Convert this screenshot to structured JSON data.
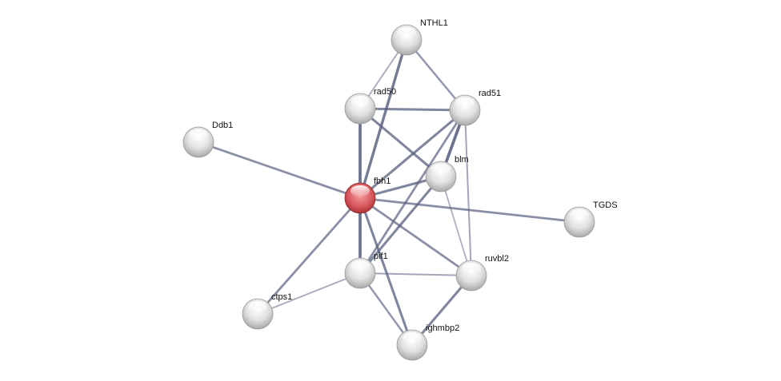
{
  "network": {
    "colors": {
      "edge": "#5a6180",
      "node": "#e4e4e4",
      "query_node": "#d9575c"
    },
    "nodes": [
      {
        "id": "NTHL1",
        "label": "NTHL1"
      },
      {
        "id": "rad50",
        "label": "rad50"
      },
      {
        "id": "rad51",
        "label": "rad51"
      },
      {
        "id": "Ddb1",
        "label": "Ddb1"
      },
      {
        "id": "blm",
        "label": "blm"
      },
      {
        "id": "fbh1",
        "label": "fbh1",
        "query": true
      },
      {
        "id": "TGDS",
        "label": "TGDS"
      },
      {
        "id": "pif1",
        "label": "pif1"
      },
      {
        "id": "ruvbl2",
        "label": "ruvbl2"
      },
      {
        "id": "ctps1",
        "label": "ctps1"
      },
      {
        "id": "ighmbp2",
        "label": "ighmbp2"
      }
    ],
    "edges": [
      {
        "source": "NTHL1",
        "target": "rad50",
        "strength": 0.3
      },
      {
        "source": "NTHL1",
        "target": "fbh1",
        "strength": 0.8
      },
      {
        "source": "NTHL1",
        "target": "rad51",
        "strength": 0.5
      },
      {
        "source": "rad50",
        "target": "rad51",
        "strength": 0.7
      },
      {
        "source": "rad50",
        "target": "fbh1",
        "strength": 0.9
      },
      {
        "source": "rad50",
        "target": "blm",
        "strength": 0.7
      },
      {
        "source": "rad51",
        "target": "fbh1",
        "strength": 0.7
      },
      {
        "source": "rad51",
        "target": "blm",
        "strength": 0.9
      },
      {
        "source": "rad51",
        "target": "pif1",
        "strength": 0.6
      },
      {
        "source": "rad51",
        "target": "ruvbl2",
        "strength": 0.35
      },
      {
        "source": "blm",
        "target": "fbh1",
        "strength": 0.7
      },
      {
        "source": "blm",
        "target": "pif1",
        "strength": 0.7
      },
      {
        "source": "blm",
        "target": "ruvbl2",
        "strength": 0.25
      },
      {
        "source": "fbh1",
        "target": "Ddb1",
        "strength": 0.6
      },
      {
        "source": "fbh1",
        "target": "TGDS",
        "strength": 0.6
      },
      {
        "source": "fbh1",
        "target": "pif1",
        "strength": 0.9
      },
      {
        "source": "fbh1",
        "target": "ruvbl2",
        "strength": 0.6
      },
      {
        "source": "fbh1",
        "target": "ctps1",
        "strength": 0.6
      },
      {
        "source": "fbh1",
        "target": "ighmbp2",
        "strength": 0.7
      },
      {
        "source": "pif1",
        "target": "ruvbl2",
        "strength": 0.35
      },
      {
        "source": "pif1",
        "target": "ctps1",
        "strength": 0.3
      },
      {
        "source": "pif1",
        "target": "ighmbp2",
        "strength": 0.5
      },
      {
        "source": "ruvbl2",
        "target": "ighmbp2",
        "strength": 0.7
      }
    ]
  }
}
